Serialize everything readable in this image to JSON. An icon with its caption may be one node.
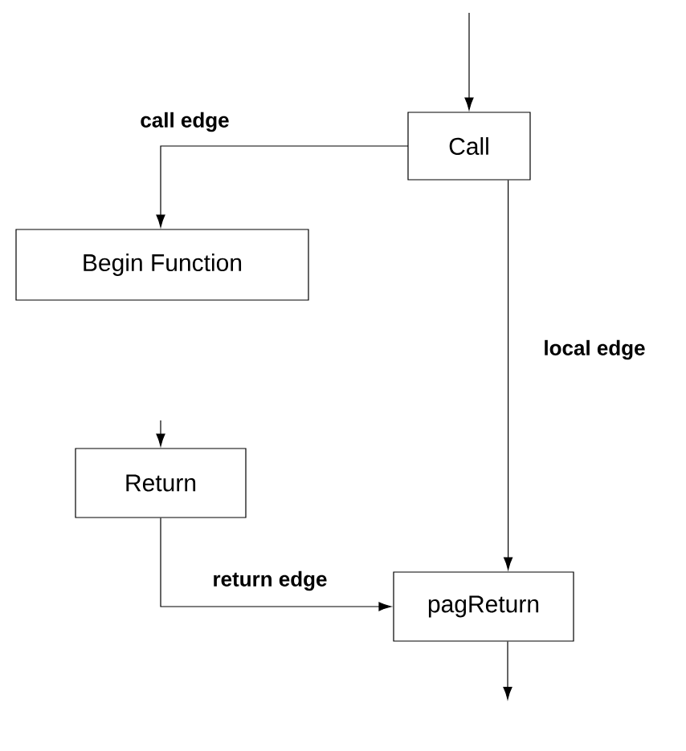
{
  "diagram": {
    "nodes": [
      {
        "text": [
          "Call"
        ]
      },
      {
        "text": [
          "Begin Function"
        ]
      },
      {
        "text": [
          "Return"
        ]
      },
      {
        "text": [
          "pagReturn"
        ]
      }
    ],
    "edges": [
      {
        "from": null,
        "to": 0,
        "arrow": "to"
      },
      {
        "from": 0,
        "to": 1,
        "arrow": "to",
        "label": "call edge"
      },
      {
        "from": 0,
        "to": 3,
        "arrow": "to",
        "label": "local edge"
      },
      {
        "from": null,
        "to": 2,
        "arrow": "to"
      },
      {
        "from": 2,
        "to": 3,
        "arrow": "to",
        "label": "return edge"
      },
      {
        "from": 3,
        "to": null,
        "arrow": "to"
      }
    ]
  }
}
